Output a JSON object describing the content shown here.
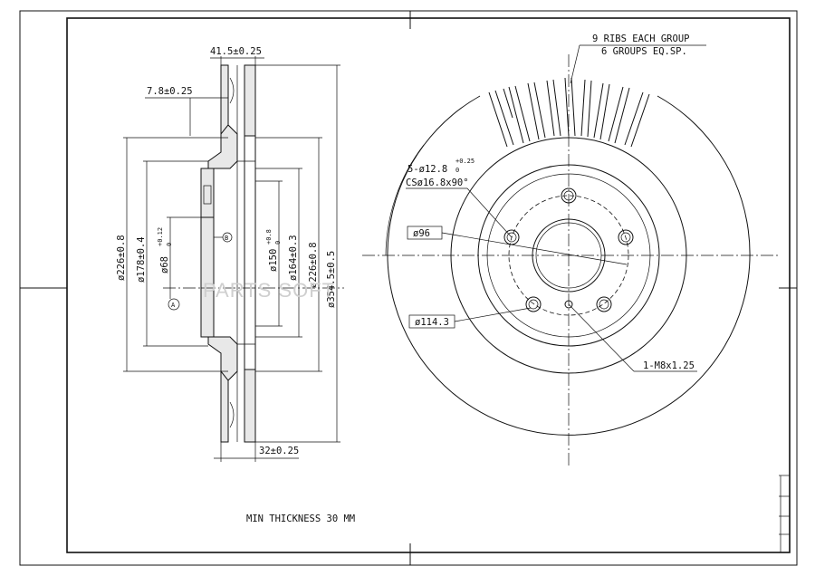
{
  "drawing": {
    "watermark": "PARTS SOFT",
    "note_min_thickness": "MIN THICKNESS 30 MM",
    "side_view": {
      "overall_thickness": "41.5±0.25",
      "plate_thickness": "7.8±0.25",
      "hat_depth": "32±0.25",
      "dia_outer_hat": "ø226±0.8",
      "dia_hat_inner": "ø178±0.4",
      "dia_center_bore": "ø68",
      "dia_center_bore_tol": "+0.12",
      "dia_center_bore_tol_lo": "0",
      "dia_150": "ø150",
      "dia_150_tol": "+0.8",
      "dia_150_tol_lo": "0",
      "dia_164": "ø164±0.3",
      "dia_226_right": "ø226±0.8",
      "dia_outer": "ø354.5±0.5",
      "datum_a": "A",
      "datum_b": "B"
    },
    "front_view": {
      "ribs_note_line1": "9 RIBS EACH GROUP",
      "ribs_note_line2": "6 GROUPS EQ.SP.",
      "holes_note": "5-ø12.8",
      "holes_tol": "+0.25",
      "holes_tol_lo": "0",
      "countersink_note": "CSø16.8x90°",
      "dia_96": "ø96",
      "dia_pcd": "ø114.3",
      "thread_note": "1-M8x1.25"
    }
  }
}
